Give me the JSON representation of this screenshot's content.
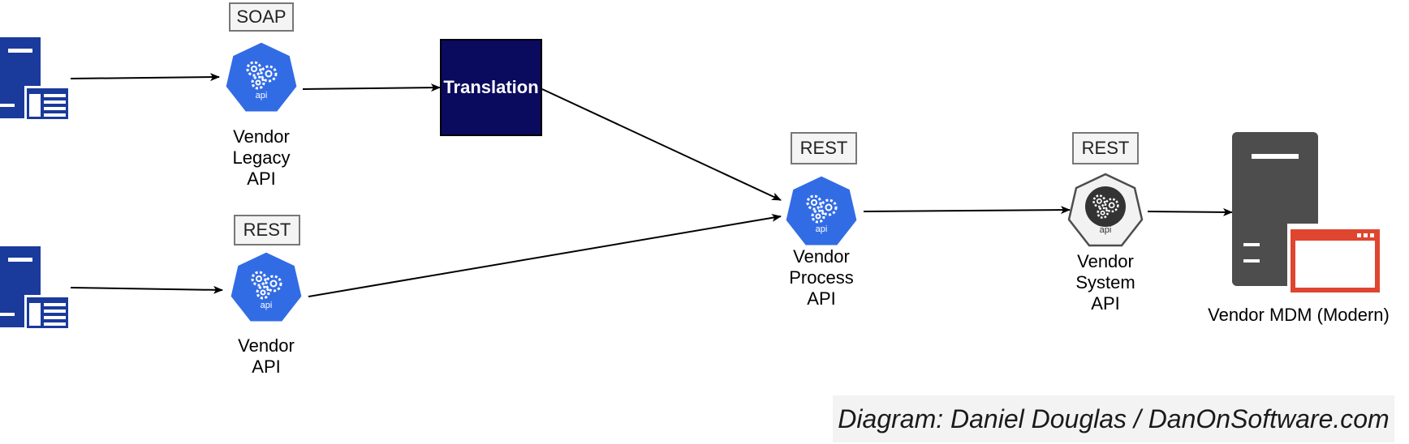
{
  "tags": {
    "soap": "SOAP",
    "rest_vendor": "REST",
    "rest_process": "REST",
    "rest_system": "REST"
  },
  "translation": "Translation",
  "api_badge": "api",
  "nodes": {
    "legacy": [
      "Vendor",
      "Legacy",
      "API"
    ],
    "vendor": [
      "Vendor",
      "API"
    ],
    "process": [
      "Vendor",
      "Process",
      "API"
    ],
    "system": [
      "Vendor",
      "System",
      "API"
    ],
    "mdm": "Vendor MDM (Modern)"
  },
  "credit": "Diagram: Daniel Douglas / DanOnSoftware.com",
  "colors": {
    "api_blue": "#326ce5",
    "api_gray": "#f2f2f2",
    "client_blue": "#1a3a9c",
    "translation_navy": "#0a0a5e",
    "server_dark": "#4d4d4d",
    "window_red": "#e0452f"
  }
}
